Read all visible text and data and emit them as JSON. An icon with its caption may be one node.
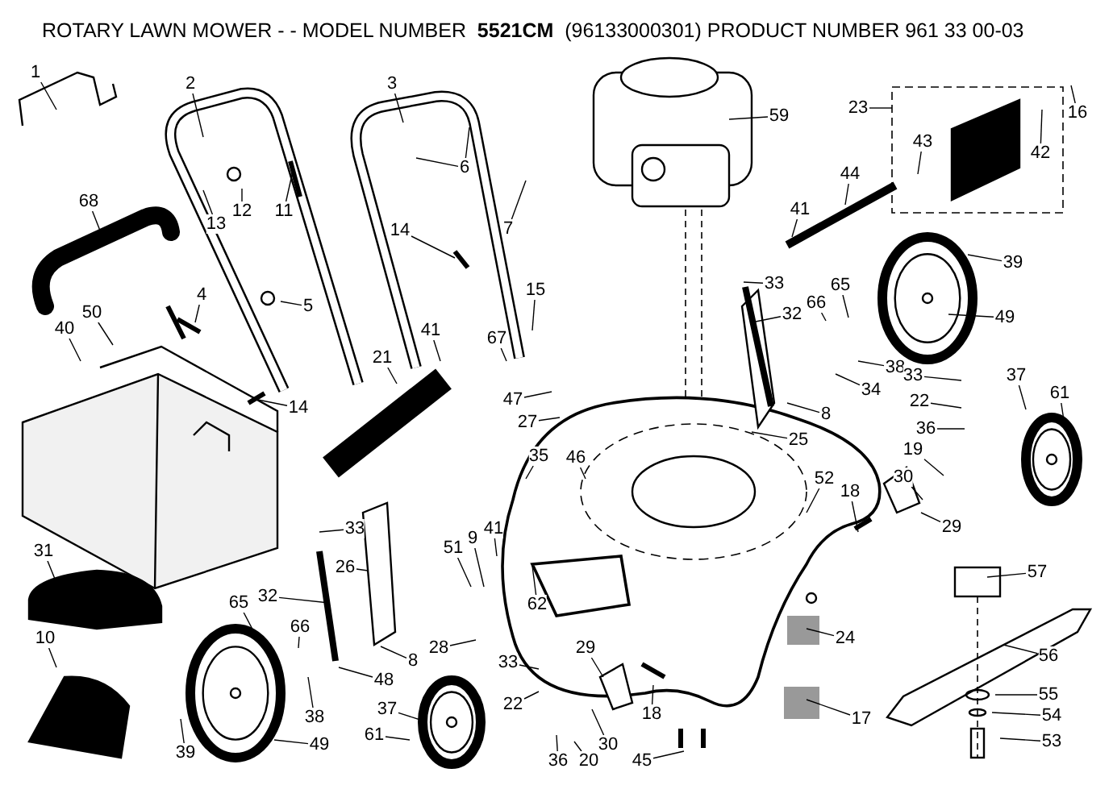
{
  "diagram": {
    "title": "ROTARY LAWN MOWER - - MODEL NUMBER  **5521CM**  (96133000301) PRODUCT NUMBER 961 33 00-03",
    "nodes": [
      {
        "text": [
          "1"
        ]
      },
      {
        "text": [
          "2"
        ]
      },
      {
        "text": [
          "3"
        ]
      },
      {
        "text": [
          "6"
        ]
      },
      {
        "text": [
          "7"
        ]
      },
      {
        "text": [
          "12"
        ]
      },
      {
        "text": [
          "13"
        ]
      },
      {
        "text": [
          "11"
        ]
      },
      {
        "text": [
          "68"
        ]
      },
      {
        "text": [
          "4"
        ]
      },
      {
        "text": [
          "5"
        ]
      },
      {
        "text": [
          "14"
        ]
      },
      {
        "text": [
          "14"
        ]
      },
      {
        "text": [
          "15"
        ]
      },
      {
        "text": [
          "67"
        ]
      },
      {
        "text": [
          "41"
        ]
      },
      {
        "text": [
          "21"
        ]
      },
      {
        "text": [
          "50"
        ]
      },
      {
        "text": [
          "40"
        ]
      },
      {
        "text": [
          "47"
        ]
      },
      {
        "text": [
          "27"
        ]
      },
      {
        "text": [
          "35"
        ]
      },
      {
        "text": [
          "46"
        ]
      },
      {
        "text": [
          "59"
        ]
      },
      {
        "text": [
          "23"
        ]
      },
      {
        "text": [
          "43"
        ]
      },
      {
        "text": [
          "42"
        ]
      },
      {
        "text": [
          "16"
        ]
      },
      {
        "text": [
          "44"
        ]
      },
      {
        "text": [
          "41"
        ]
      },
      {
        "text": [
          "39"
        ]
      },
      {
        "text": [
          "49"
        ]
      },
      {
        "text": [
          "33"
        ]
      },
      {
        "text": [
          "32"
        ]
      },
      {
        "text": [
          "66"
        ]
      },
      {
        "text": [
          "65"
        ]
      },
      {
        "text": [
          "38"
        ]
      },
      {
        "text": [
          "34"
        ]
      },
      {
        "text": [
          "8"
        ]
      },
      {
        "text": [
          "25"
        ]
      },
      {
        "text": [
          "33"
        ]
      },
      {
        "text": [
          "22"
        ]
      },
      {
        "text": [
          "37"
        ]
      },
      {
        "text": [
          "61"
        ]
      },
      {
        "text": [
          "36"
        ]
      },
      {
        "text": [
          "19"
        ]
      },
      {
        "text": [
          "30"
        ]
      },
      {
        "text": [
          "52"
        ]
      },
      {
        "text": [
          "18"
        ]
      },
      {
        "text": [
          "29"
        ]
      },
      {
        "text": [
          "57"
        ]
      },
      {
        "text": [
          "56"
        ]
      },
      {
        "text": [
          "55"
        ]
      },
      {
        "text": [
          "54"
        ]
      },
      {
        "text": [
          "53"
        ]
      },
      {
        "text": [
          "24"
        ]
      },
      {
        "text": [
          "17"
        ]
      },
      {
        "text": [
          "29"
        ]
      },
      {
        "text": [
          "18"
        ]
      },
      {
        "text": [
          "30"
        ]
      },
      {
        "text": [
          "20"
        ]
      },
      {
        "text": [
          "45"
        ]
      },
      {
        "text": [
          "36"
        ]
      },
      {
        "text": [
          "22"
        ]
      },
      {
        "text": [
          "33"
        ]
      },
      {
        "text": [
          "28"
        ]
      },
      {
        "text": [
          "62"
        ]
      },
      {
        "text": [
          "9"
        ]
      },
      {
        "text": [
          "41"
        ]
      },
      {
        "text": [
          "51"
        ]
      },
      {
        "text": [
          "8"
        ]
      },
      {
        "text": [
          "26"
        ]
      },
      {
        "text": [
          "33"
        ]
      },
      {
        "text": [
          "32"
        ]
      },
      {
        "text": [
          "65"
        ]
      },
      {
        "text": [
          "66"
        ]
      },
      {
        "text": [
          "48"
        ]
      },
      {
        "text": [
          "38"
        ]
      },
      {
        "text": [
          "37"
        ]
      },
      {
        "text": [
          "61"
        ]
      },
      {
        "text": [
          "31"
        ]
      },
      {
        "text": [
          "10"
        ]
      },
      {
        "text": [
          "39"
        ]
      },
      {
        "text": [
          "49"
        ]
      }
    ],
    "edges": [
      {
        "from": 0,
        "to": null,
        "arrow": "none"
      },
      {
        "from": 1,
        "to": null,
        "arrow": "none"
      },
      {
        "from": 2,
        "to": null,
        "arrow": "none"
      },
      {
        "from": 3,
        "to": null,
        "arrow": "none"
      },
      {
        "from": 4,
        "to": null,
        "arrow": "none"
      },
      {
        "from": 5,
        "to": null,
        "arrow": "none"
      },
      {
        "from": 6,
        "to": null,
        "arrow": "none"
      },
      {
        "from": 7,
        "to": null,
        "arrow": "none"
      },
      {
        "from": 8,
        "to": null,
        "arrow": "none"
      },
      {
        "from": 9,
        "to": null,
        "arrow": "none"
      },
      {
        "from": 10,
        "to": null,
        "arrow": "none"
      },
      {
        "from": 11,
        "to": null,
        "arrow": "none"
      },
      {
        "from": 12,
        "to": null,
        "arrow": "none"
      },
      {
        "from": 13,
        "to": null,
        "arrow": "none"
      },
      {
        "from": 14,
        "to": null,
        "arrow": "none"
      },
      {
        "from": 15,
        "to": null,
        "arrow": "none"
      },
      {
        "from": 16,
        "to": null,
        "arrow": "none"
      },
      {
        "from": 17,
        "to": null,
        "arrow": "none"
      },
      {
        "from": 18,
        "to": null,
        "arrow": "none"
      },
      {
        "from": 19,
        "to": null,
        "arrow": "none"
      },
      {
        "from": 20,
        "to": null,
        "arrow": "none"
      },
      {
        "from": 21,
        "to": null,
        "arrow": "none"
      },
      {
        "from": 22,
        "to": null,
        "arrow": "none"
      },
      {
        "from": 23,
        "to": null,
        "arrow": "none"
      },
      {
        "from": 24,
        "to": null,
        "arrow": "none"
      },
      {
        "from": 25,
        "to": null,
        "arrow": "none"
      },
      {
        "from": 26,
        "to": null,
        "arrow": "none"
      },
      {
        "from": 27,
        "to": null,
        "arrow": "none"
      },
      {
        "from": 28,
        "to": null,
        "arrow": "none"
      },
      {
        "from": 29,
        "to": null,
        "arrow": "none"
      },
      {
        "from": 30,
        "to": null,
        "arrow": "none"
      },
      {
        "from": 31,
        "to": null,
        "arrow": "none"
      },
      {
        "from": 32,
        "to": null,
        "arrow": "none"
      },
      {
        "from": 33,
        "to": null,
        "arrow": "none"
      },
      {
        "from": 34,
        "to": null,
        "arrow": "none"
      },
      {
        "from": 35,
        "to": null,
        "arrow": "none"
      },
      {
        "from": 36,
        "to": null,
        "arrow": "none"
      },
      {
        "from": 37,
        "to": null,
        "arrow": "none"
      },
      {
        "from": 38,
        "to": null,
        "arrow": "none"
      },
      {
        "from": 39,
        "to": null,
        "arrow": "none"
      },
      {
        "from": 40,
        "to": null,
        "arrow": "none"
      },
      {
        "from": 41,
        "to": null,
        "arrow": "none"
      },
      {
        "from": 42,
        "to": null,
        "arrow": "none"
      },
      {
        "from": 43,
        "to": null,
        "arrow": "none"
      },
      {
        "from": 44,
        "to": null,
        "arrow": "none"
      },
      {
        "from": 45,
        "to": null,
        "arrow": "none"
      },
      {
        "from": 46,
        "to": null,
        "arrow": "none"
      },
      {
        "from": 47,
        "to": null,
        "arrow": "none"
      },
      {
        "from": 48,
        "to": null,
        "arrow": "none"
      },
      {
        "from": 49,
        "to": null,
        "arrow": "none"
      },
      {
        "from": 50,
        "to": null,
        "arrow": "none"
      },
      {
        "from": 51,
        "to": null,
        "arrow": "none"
      },
      {
        "from": 52,
        "to": null,
        "arrow": "none"
      },
      {
        "from": 53,
        "to": null,
        "arrow": "none"
      },
      {
        "from": 54,
        "to": null,
        "arrow": "none"
      },
      {
        "from": 55,
        "to": null,
        "arrow": "none"
      },
      {
        "from": 56,
        "to": null,
        "arrow": "none"
      },
      {
        "from": 57,
        "to": null,
        "arrow": "none"
      },
      {
        "from": 58,
        "to": null,
        "arrow": "none"
      },
      {
        "from": 59,
        "to": null,
        "arrow": "none"
      },
      {
        "from": 60,
        "to": null,
        "arrow": "none"
      },
      {
        "from": 61,
        "to": null,
        "arrow": "none"
      },
      {
        "from": 62,
        "to": null,
        "arrow": "none"
      },
      {
        "from": 63,
        "to": null,
        "arrow": "none"
      },
      {
        "from": 64,
        "to": null,
        "arrow": "none"
      },
      {
        "from": 65,
        "to": null,
        "arrow": "none"
      },
      {
        "from": 66,
        "to": null,
        "arrow": "none"
      },
      {
        "from": 67,
        "to": null,
        "arrow": "none"
      },
      {
        "from": 68,
        "to": null,
        "arrow": "none"
      },
      {
        "from": 69,
        "to": null,
        "arrow": "none"
      },
      {
        "from": 70,
        "to": null,
        "arrow": "none"
      },
      {
        "from": 71,
        "to": null,
        "arrow": "none"
      },
      {
        "from": 72,
        "to": null,
        "arrow": "none"
      },
      {
        "from": 73,
        "to": null,
        "arrow": "none"
      },
      {
        "from": 74,
        "to": null,
        "arrow": "none"
      },
      {
        "from": 75,
        "to": null,
        "arrow": "none"
      },
      {
        "from": 76,
        "to": null,
        "arrow": "none"
      },
      {
        "from": 77,
        "to": null,
        "arrow": "none"
      },
      {
        "from": 78,
        "to": null,
        "arrow": "none"
      },
      {
        "from": 79,
        "to": null,
        "arrow": "none"
      },
      {
        "from": 80,
        "to": null,
        "arrow": "none"
      },
      {
        "from": 81,
        "to": null,
        "arrow": "none"
      },
      {
        "from": 82,
        "to": null,
        "arrow": "none"
      },
      {
        "from": 83,
        "to": null,
        "arrow": "none"
      },
      {
        "from": 3,
        "to": null,
        "arrow": "none"
      }
    ]
  }
}
